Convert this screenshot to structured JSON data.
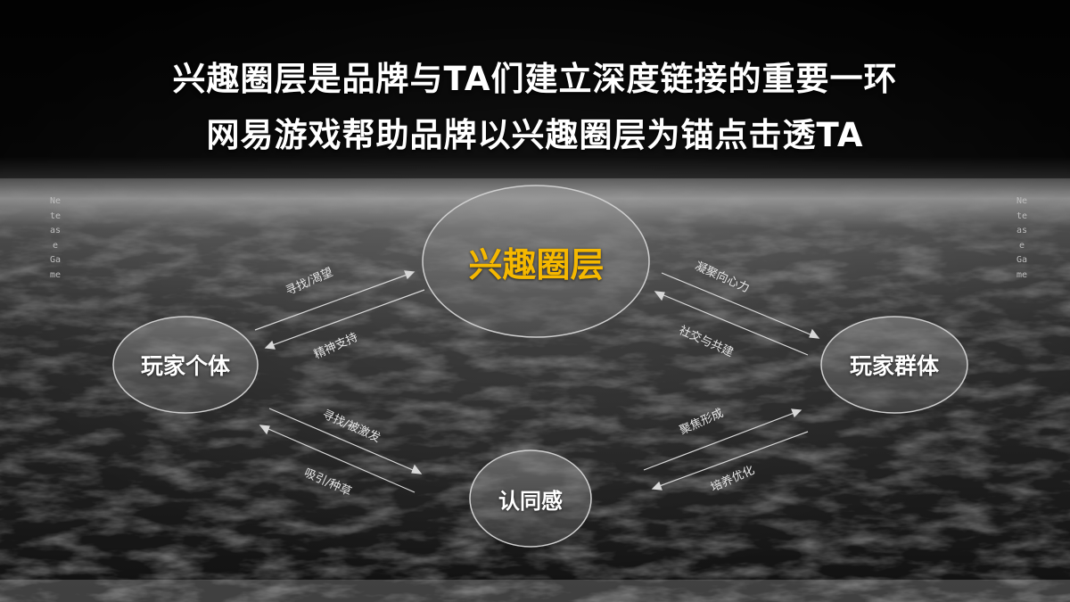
{
  "title_line1": "兴趣圈层是品牌与TA们建立深度链接的重要一环",
  "title_line2": "网易游戏帮助品牌以兴趣圈层为锚点击透TA",
  "side_text_left": "Netease Game",
  "side_text_right": "Netease Game",
  "accent_color": "#f5b800",
  "nodes": {
    "center": "兴趣圈层",
    "left": "玩家个体",
    "right": "玩家群体",
    "bottom": "认同感"
  },
  "edge_labels": {
    "left_to_center": "寻找/渴望",
    "center_to_left": "精神支持",
    "center_to_right": "凝聚向心力",
    "right_to_center": "社交与共建",
    "left_to_bottom": "寻找/被激发",
    "bottom_to_left": "吸引/种草",
    "bottom_to_right": "聚焦形成",
    "right_to_bottom": "培养优化"
  }
}
